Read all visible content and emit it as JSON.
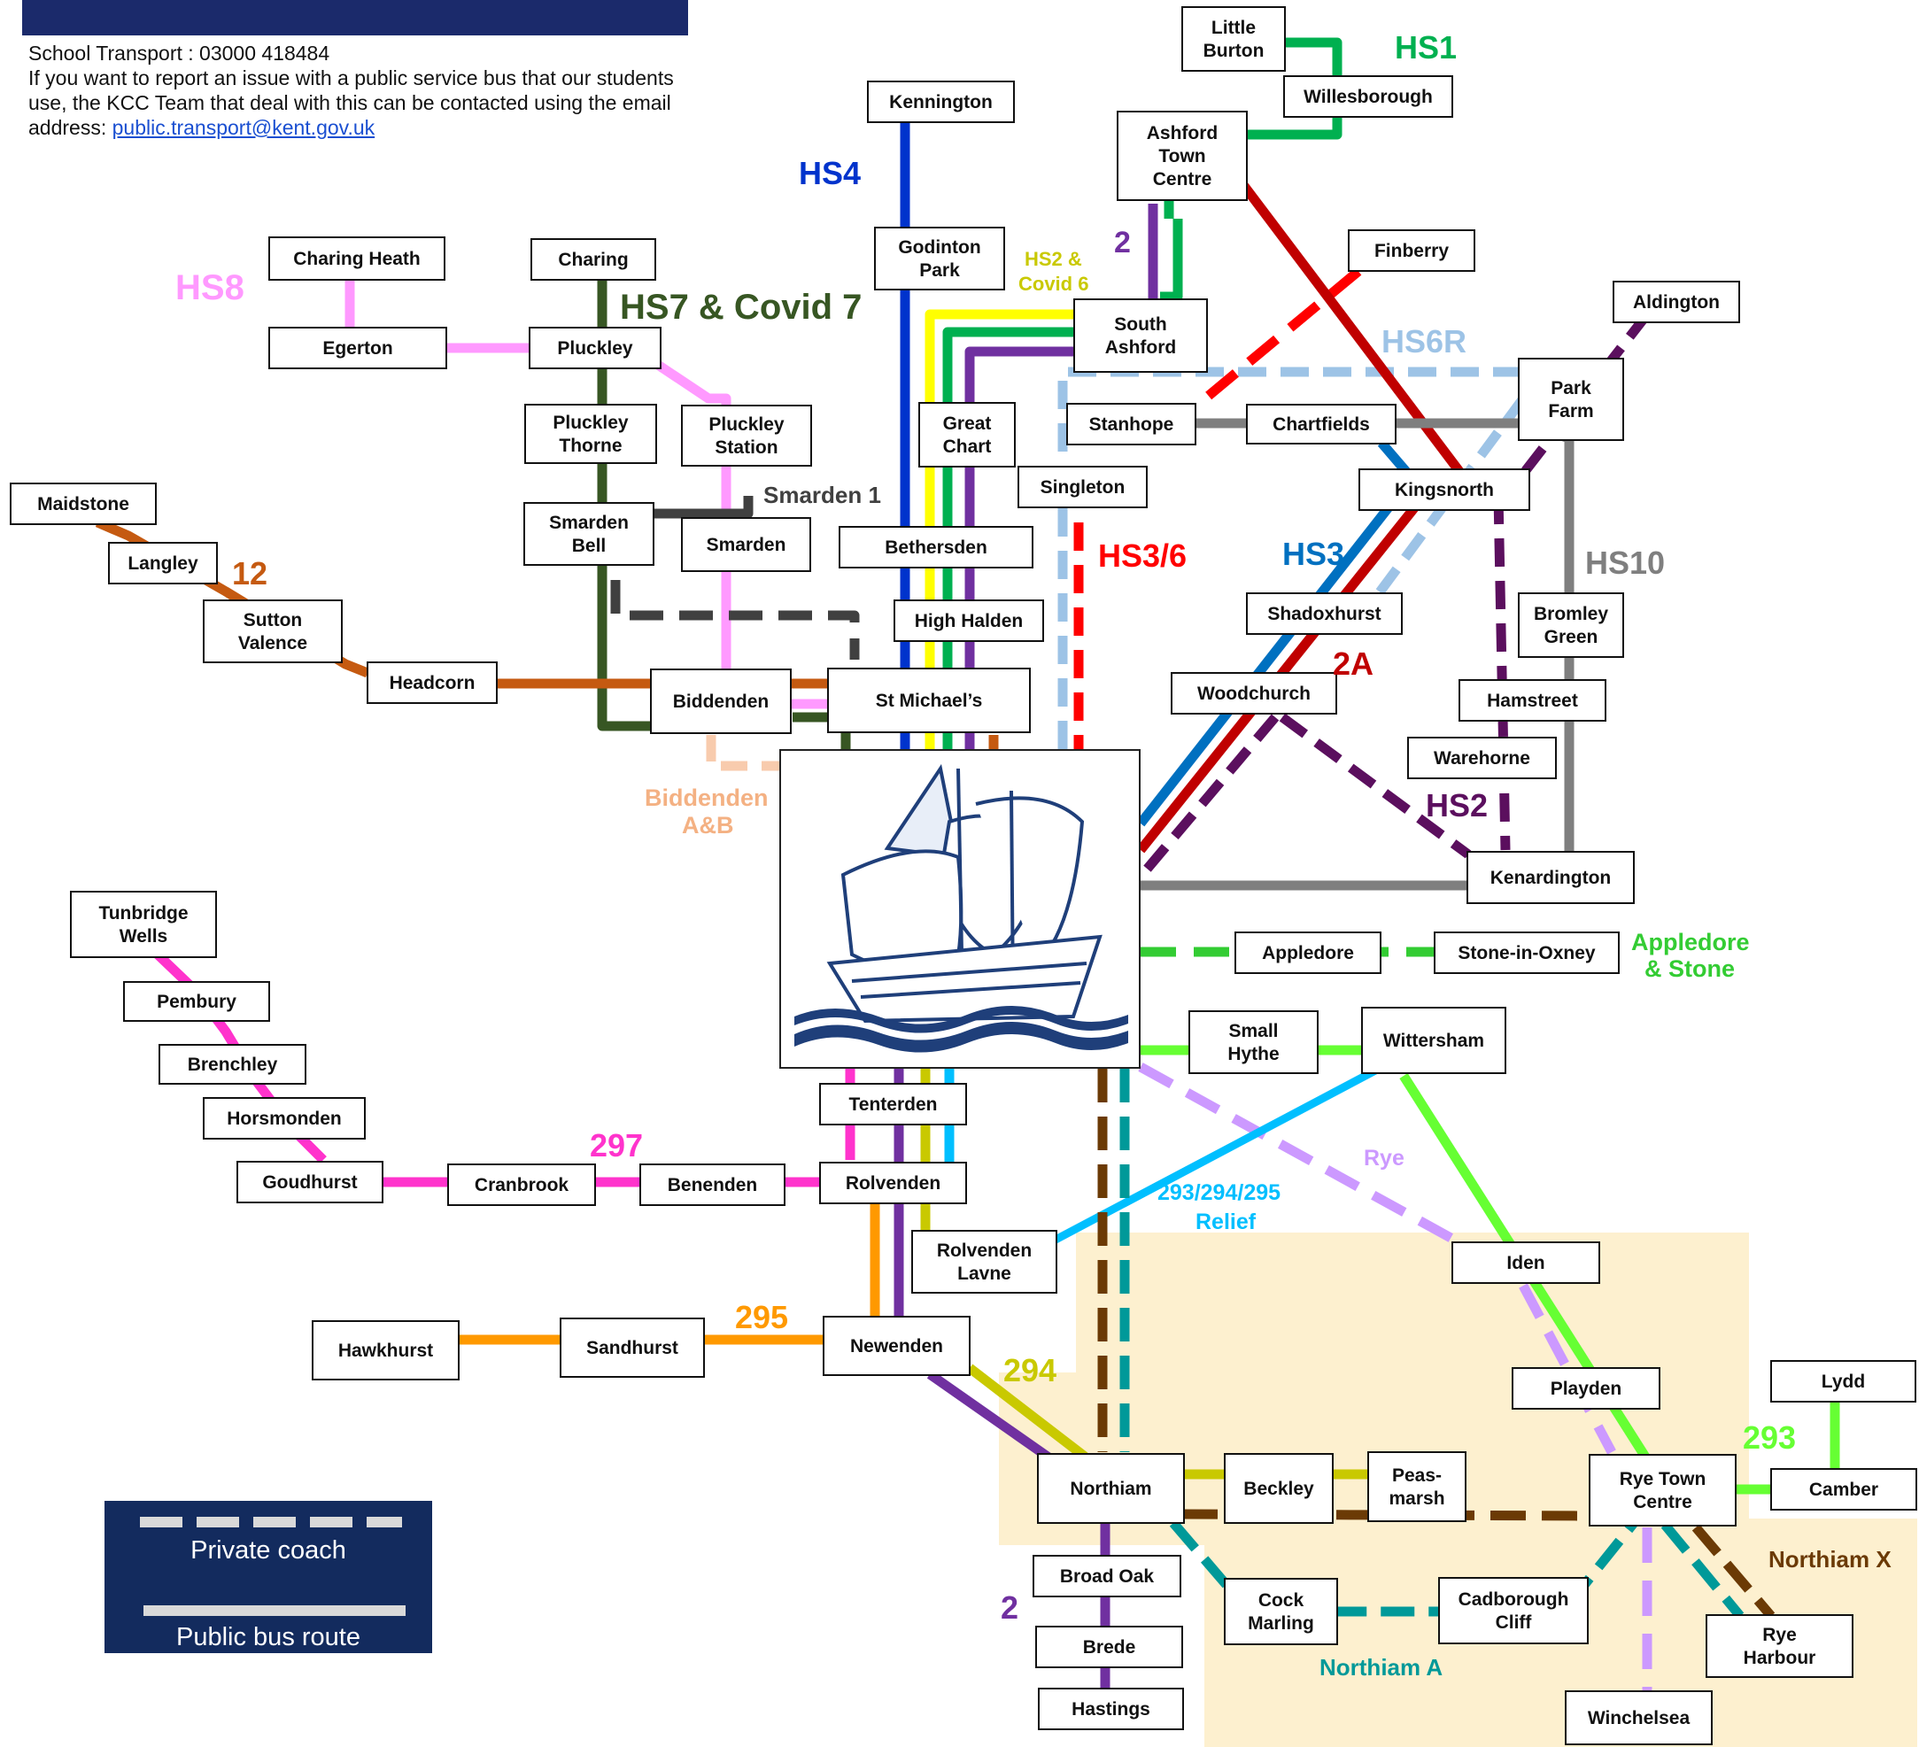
{
  "info": {
    "phone_line": "School Transport : 03000 418484",
    "report_text": "If you want to report an issue with a public service bus that our students use, the KCC Team that deal with this can be contacted using the email address:",
    "email": "public.transport@kent.gov.uk"
  },
  "legend": {
    "private": "Private coach",
    "public": "Public bus route"
  },
  "colors": {
    "HS1": "#00b050",
    "HS4": "#0033cc",
    "HS2": "#7030a0",
    "HS8": "#ff99ff",
    "HS7": "#375623",
    "HS6R": "#9dc3e6",
    "HS3_6": "#ff0000",
    "HS3": "#0070c0",
    "HS10": "#7f7f7f",
    "r12": "#c55a11",
    "r2A": "#c00000",
    "HS2dark": "#5b0f5e",
    "r297": "#ff33cc",
    "r295": "#ff9900",
    "r294": "#c9c900",
    "relief": "#00bfff",
    "rye": "#cc99ff",
    "r293": "#66ff33",
    "northiamA": "#009999",
    "northiamX": "#6b3a05",
    "appledore": "#33cc33",
    "biddenden": "#f8cbad",
    "smarden1": "#404040"
  },
  "route_labels": {
    "HS1": "HS1",
    "HS4": "HS4",
    "HS2": "2",
    "HS2_covid": "HS2 &",
    "HS2_covid2": "Covid 6",
    "HS8": "HS8",
    "HS7": "HS7 & Covid 7",
    "HS6R": "HS6R",
    "HS3_6": "HS3/6",
    "HS3": "HS3",
    "HS10": "HS10",
    "r12": "12",
    "r2A": "2A",
    "HS2b": "HS2",
    "smarden1": "Smarden 1",
    "biddenden1": "Biddenden",
    "biddenden2": "A&B",
    "r297": "297",
    "relief1": "293/294/295",
    "relief2": "Relief",
    "rye": "Rye",
    "r295": "295",
    "r294": "294",
    "r293": "293",
    "appledore1": "Appledore",
    "appledore2": "& Stone",
    "northiamX": "Northiam X",
    "northiamA": "Northiam A",
    "r2": "2"
  },
  "stops": {
    "little_burton": [
      "Little",
      "Burton"
    ],
    "willesborough": [
      "Willesborough"
    ],
    "kennington": [
      "Kennington"
    ],
    "ashford": [
      "Ashford",
      "Town",
      "Centre"
    ],
    "charing_heath": [
      "Charing Heath"
    ],
    "charing": [
      "Charing"
    ],
    "godinton": [
      "Godinton",
      "Park"
    ],
    "finberry": [
      "Finberry"
    ],
    "aldington": [
      "Aldington"
    ],
    "egerton": [
      "Egerton"
    ],
    "pluckley": [
      "Pluckley"
    ],
    "south_ashford": [
      "South",
      "Ashford"
    ],
    "park_farm": [
      "Park",
      "Farm"
    ],
    "pluckley_thorne": [
      "Pluckley",
      "Thorne"
    ],
    "pluckley_station": [
      "Pluckley",
      "Station"
    ],
    "great_chart": [
      "Great",
      "Chart"
    ],
    "stanhope": [
      "Stanhope"
    ],
    "chartfields": [
      "Chartfields"
    ],
    "maidstone": [
      "Maidstone"
    ],
    "singleton": [
      "Singleton"
    ],
    "kingsnorth": [
      "Kingsnorth"
    ],
    "smarden_bell": [
      "Smarden",
      "Bell"
    ],
    "smarden": [
      "Smarden"
    ],
    "bethersden": [
      "Bethersden"
    ],
    "langley": [
      "Langley"
    ],
    "sutton_valence": [
      "Sutton",
      "Valence"
    ],
    "shadoxhurst": [
      "Shadoxhurst"
    ],
    "bromley_green": [
      "Bromley",
      "Green"
    ],
    "high_halden": [
      "High Halden"
    ],
    "headcorn": [
      "Headcorn"
    ],
    "biddenden": [
      "Biddenden"
    ],
    "st_michaels": [
      "St Michael’s"
    ],
    "woodchurch": [
      "Woodchurch"
    ],
    "hamstreet": [
      "Hamstreet"
    ],
    "warehorne": [
      "Warehorne"
    ],
    "kenardington": [
      "Kenardington"
    ],
    "tunbridge_wells": [
      "Tunbridge",
      "Wells"
    ],
    "appledore": [
      "Appledore"
    ],
    "stone": [
      "Stone-in-Oxney"
    ],
    "pembury": [
      "Pembury"
    ],
    "small_hythe": [
      "Small",
      "Hythe"
    ],
    "wittersham": [
      "Wittersham"
    ],
    "brenchley": [
      "Brenchley"
    ],
    "tenterden": [
      "Tenterden"
    ],
    "horsmonden": [
      "Horsmonden"
    ],
    "goudhurst": [
      "Goudhurst"
    ],
    "cranbrook": [
      "Cranbrook"
    ],
    "benenden": [
      "Benenden"
    ],
    "rolvenden": [
      "Rolvenden"
    ],
    "rolvenden_layne": [
      "Rolvenden",
      "Lavne"
    ],
    "iden": [
      "Iden"
    ],
    "hawkhurst": [
      "Hawkhurst"
    ],
    "sandhurst": [
      "Sandhurst"
    ],
    "newenden": [
      "Newenden"
    ],
    "playden": [
      "Playden"
    ],
    "lydd": [
      "Lydd"
    ],
    "northiam": [
      "Northiam"
    ],
    "beckley": [
      "Beckley"
    ],
    "peasmarsh": [
      "Peas-",
      "marsh"
    ],
    "rye_town": [
      "Rye Town",
      "Centre"
    ],
    "camber": [
      "Camber"
    ],
    "broad_oak": [
      "Broad Oak"
    ],
    "cock_marling": [
      "Cock",
      "Marling"
    ],
    "cadborough": [
      "Cadborough",
      "Cliff"
    ],
    "rye_harbour": [
      "Rye",
      "Harbour"
    ],
    "brede": [
      "Brede"
    ],
    "hastings": [
      "Hastings"
    ],
    "winchelsea": [
      "Winchelsea"
    ]
  }
}
